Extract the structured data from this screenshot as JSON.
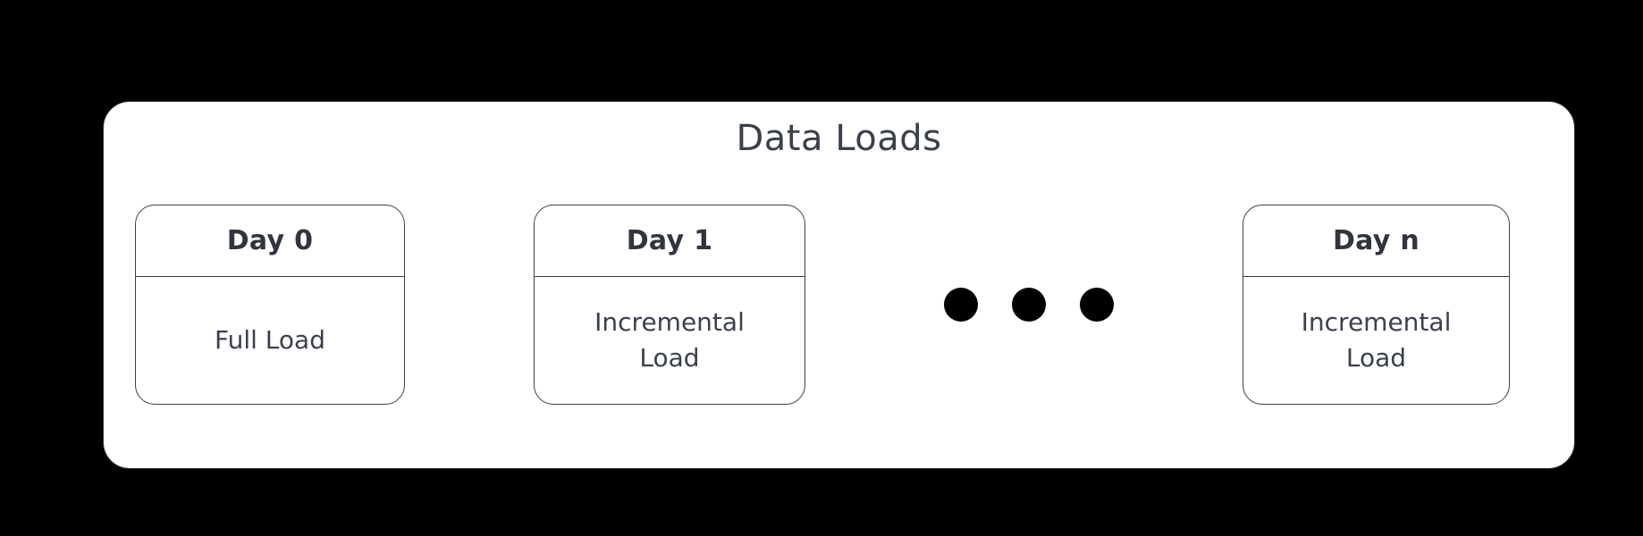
{
  "diagram": {
    "background_color": "#000000",
    "panel": {
      "title": "Data Loads",
      "fill_color": "#ffffff",
      "border_color": "#2e333d"
    },
    "accent_color": "#3a414c",
    "dot_color": "#000000",
    "cards": [
      {
        "header": "Day 0",
        "body": "Full Load"
      },
      {
        "header": "Day 1",
        "body": "Incremental Load"
      },
      {
        "header": "Day n",
        "body": "Incremental Load"
      }
    ],
    "ellipsis": {
      "label": "ellipsis-dots",
      "count": 3
    }
  }
}
